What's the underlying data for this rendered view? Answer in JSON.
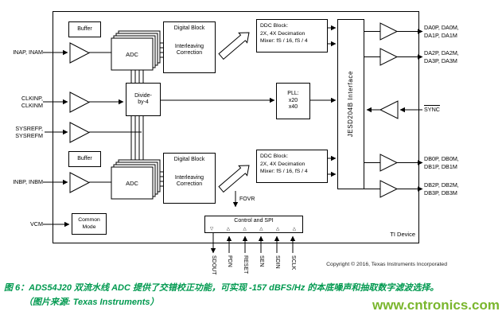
{
  "device": {
    "label": "TI Device",
    "copyright": "Copyright © 2016, Texas Instruments Incorporated"
  },
  "inputs": {
    "ina": "INAP, INAM",
    "clkin": [
      "CLKINP,",
      "CLKINM"
    ],
    "sysref": [
      "SYSREFP,",
      "SYSREFM"
    ],
    "inb": "INBP, INBM",
    "vcm": "VCM"
  },
  "outputs": {
    "da01": [
      "DA0P, DA0M,",
      "DA1P, DA1M"
    ],
    "da23": [
      "DA2P, DA2M,",
      "DA3P, DA3M"
    ],
    "sync": "SYNC",
    "db01": [
      "DB0P, DB0M,",
      "DB1P, DB1M"
    ],
    "db23": [
      "DB2P, DB2M,",
      "DB3P, DB3M"
    ]
  },
  "blocks": {
    "buffer_a": "Buffer",
    "buffer_b": "Buffer",
    "adc_a": "ADC",
    "adc_b": "ADC",
    "digital_a": [
      "Digital Block",
      "Interleaving",
      "Correction"
    ],
    "digital_b": [
      "Digital Block",
      "Interleaving",
      "Correction"
    ],
    "ddc_a": [
      "DDC Block:",
      "2X, 4X Decimation",
      "Mixer: fS / 16, fS / 4"
    ],
    "ddc_b": [
      "DDC Block:",
      "2X, 4X Decimation",
      "Mixer: fS / 16, fS / 4"
    ],
    "divide": [
      "Divide-",
      "by-4"
    ],
    "pll": [
      "PLL:",
      "x20",
      "x40"
    ],
    "jesd": "JESD204B Interface",
    "common_mode": [
      "Common",
      "Mode"
    ],
    "control_spi": "Control and SPI",
    "fovr_label": "FOVR"
  },
  "pins": [
    "SDOUT",
    "PDN",
    "RESET",
    "SEN",
    "SDIN",
    "SCLK"
  ],
  "spi_pin_arrows": [
    "▽",
    "△",
    "△",
    "△",
    "△",
    "△"
  ],
  "caption": {
    "line1": "图 6：ADS54J20 双流水线 ADC 提供了交错校正功能，可实现 -157 dBFS/Hz 的本底噪声和抽取数字滤波选择。",
    "line2": "（图片来源: Texas Instruments）"
  },
  "watermark": "www.cntronics.com",
  "colors": {
    "caption-green": "#00994f",
    "watermark-green": "#7ab62d",
    "copyright-gray": "#222222",
    "line-black": "#000000"
  }
}
